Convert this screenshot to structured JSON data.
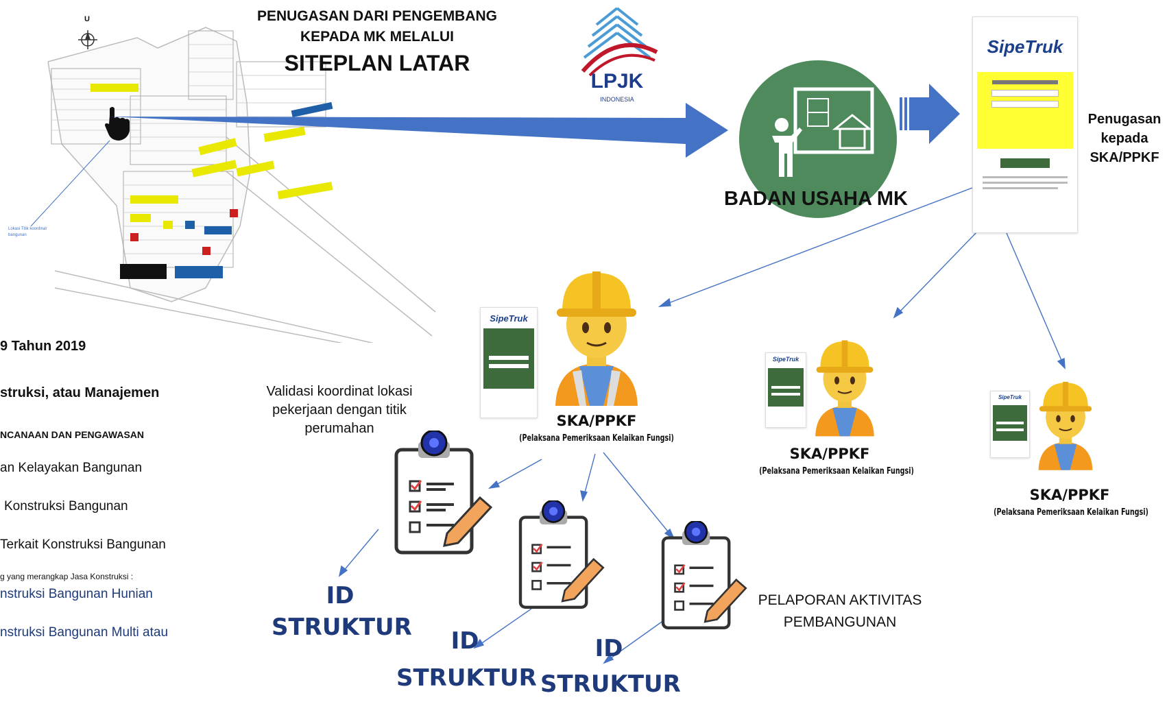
{
  "header": {
    "line1": "PENUGASAN DARI PENGEMBANG",
    "line2": "KEPADA MK MELALUI",
    "line3": "SITEPLAN LATAR"
  },
  "logo": {
    "text": "LPJK",
    "subtext": "INDONESIA"
  },
  "mk_label": "BADAN USAHA MK",
  "app_name": "SipeTruk",
  "assignment": {
    "line1": "Penugasan",
    "line2": "kepada",
    "line3": "SKA/PPKF"
  },
  "left_panel": {
    "line1": "9 Tahun 2019",
    "line2": "struksi, atau Manajemen",
    "line3": "NCANAAN DAN PENGAWASAN",
    "line4": "an Kelayakan Bangunan",
    "line5": "Konstruksi Bangunan",
    "line6": "Terkait Konstruksi Bangunan",
    "line7": "g yang merangkap Jasa Konstruksi :",
    "line8": "nstruksi Bangunan Hunian",
    "line9": "nstruksi Bangunan Multi atau"
  },
  "compass": "U",
  "validation_note": {
    "line1": "Validasi koordinat lokasi",
    "line2": "pekerjaan dengan titik",
    "line3": "perumahan"
  },
  "ska": {
    "name": "SKA/PPKF",
    "description": "(Pelaksana Pemeriksaan Kelaikan Fungsi)"
  },
  "id_struktur": {
    "line1": "ID",
    "line2": "STRUKTUR"
  },
  "report": {
    "line1": "PELAPORAN AKTIVITAS",
    "line2": "PEMBANGUNAN"
  },
  "colors": {
    "arrow": "#4472c4",
    "mk_circle": "#4e8a5c",
    "id_text": "#1f3a7a",
    "app_yellow": "#ffff33",
    "app_green": "#3d6b3c"
  }
}
